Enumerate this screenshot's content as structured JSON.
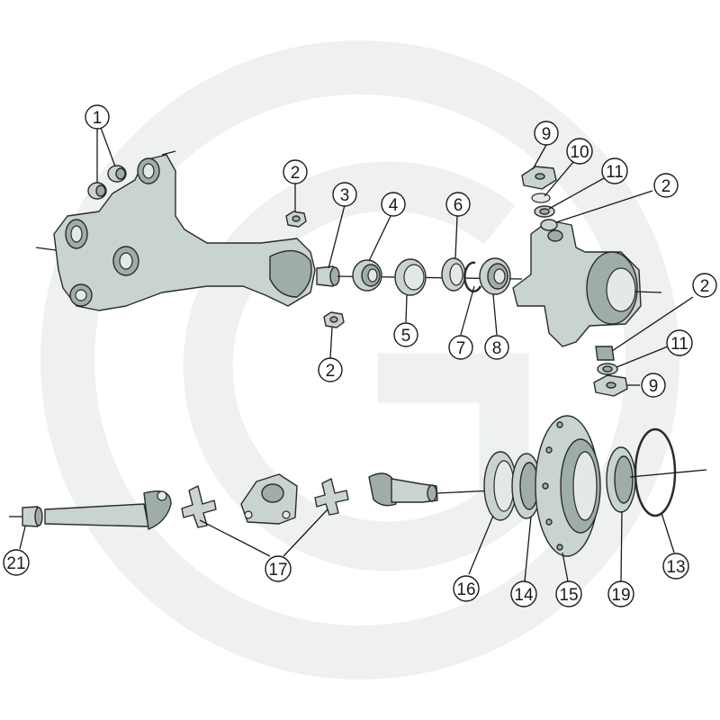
{
  "diagram": {
    "watermark_color": "#eef1f0",
    "part_color": "#c9d3cf",
    "callouts": [
      {
        "id": "c1",
        "label": "1"
      },
      {
        "id": "c2a",
        "label": "2"
      },
      {
        "id": "c3",
        "label": "3"
      },
      {
        "id": "c4",
        "label": "4"
      },
      {
        "id": "c6",
        "label": "6"
      },
      {
        "id": "c9a",
        "label": "9"
      },
      {
        "id": "c10",
        "label": "10"
      },
      {
        "id": "c11a",
        "label": "11"
      },
      {
        "id": "c2b",
        "label": "2"
      },
      {
        "id": "c5",
        "label": "5"
      },
      {
        "id": "c7",
        "label": "7"
      },
      {
        "id": "c8",
        "label": "8"
      },
      {
        "id": "c2c",
        "label": "2"
      },
      {
        "id": "c2d",
        "label": "2"
      },
      {
        "id": "c11b",
        "label": "11"
      },
      {
        "id": "c9b",
        "label": "9"
      },
      {
        "id": "c21",
        "label": "21"
      },
      {
        "id": "c17",
        "label": "17"
      },
      {
        "id": "c16",
        "label": "16"
      },
      {
        "id": "c14",
        "label": "14"
      },
      {
        "id": "c15",
        "label": "15"
      },
      {
        "id": "c19",
        "label": "19"
      },
      {
        "id": "c13",
        "label": "13"
      }
    ]
  }
}
